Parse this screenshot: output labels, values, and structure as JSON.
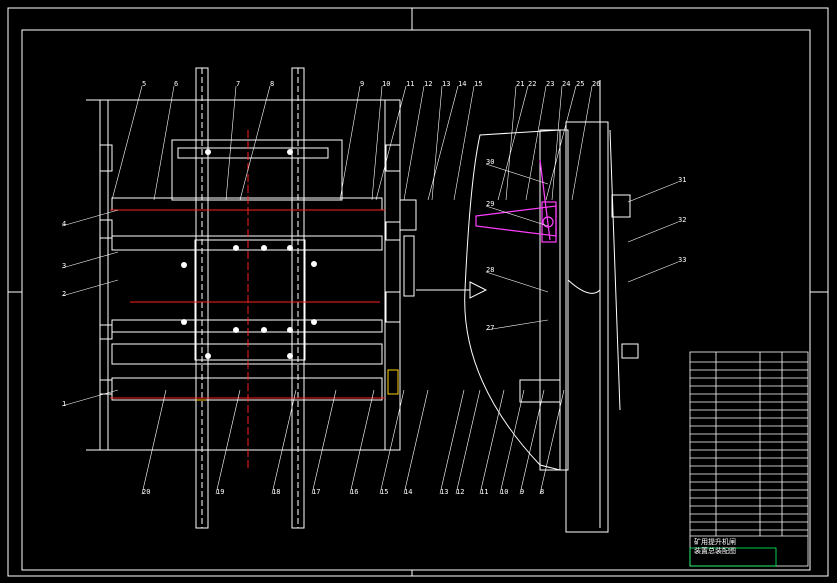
{
  "drawing": {
    "background": "#000000",
    "line_color": "#ffffff",
    "accent_red": "#ff2020",
    "accent_magenta": "#ff40ff",
    "accent_yellow": "#ffd000",
    "accent_green": "#00ff60"
  },
  "callouts_left": [
    "4",
    "3",
    "2",
    "1"
  ],
  "callouts_top": [
    "5",
    "6",
    "7",
    "8",
    "9",
    "10",
    "11",
    "12",
    "13",
    "14",
    "15",
    "21",
    "22",
    "23",
    "24",
    "25",
    "26"
  ],
  "callouts_bottom": [
    "20",
    "19",
    "18",
    "17",
    "16",
    "15",
    "14",
    "13",
    "12",
    "11",
    "10",
    "9",
    "8"
  ],
  "callouts_right": [
    "30",
    "29",
    "28",
    "27",
    "31",
    "32",
    "33"
  ],
  "title_block": {
    "title_line1": "矿用提升机闸",
    "title_line2": "装置总装配图"
  }
}
